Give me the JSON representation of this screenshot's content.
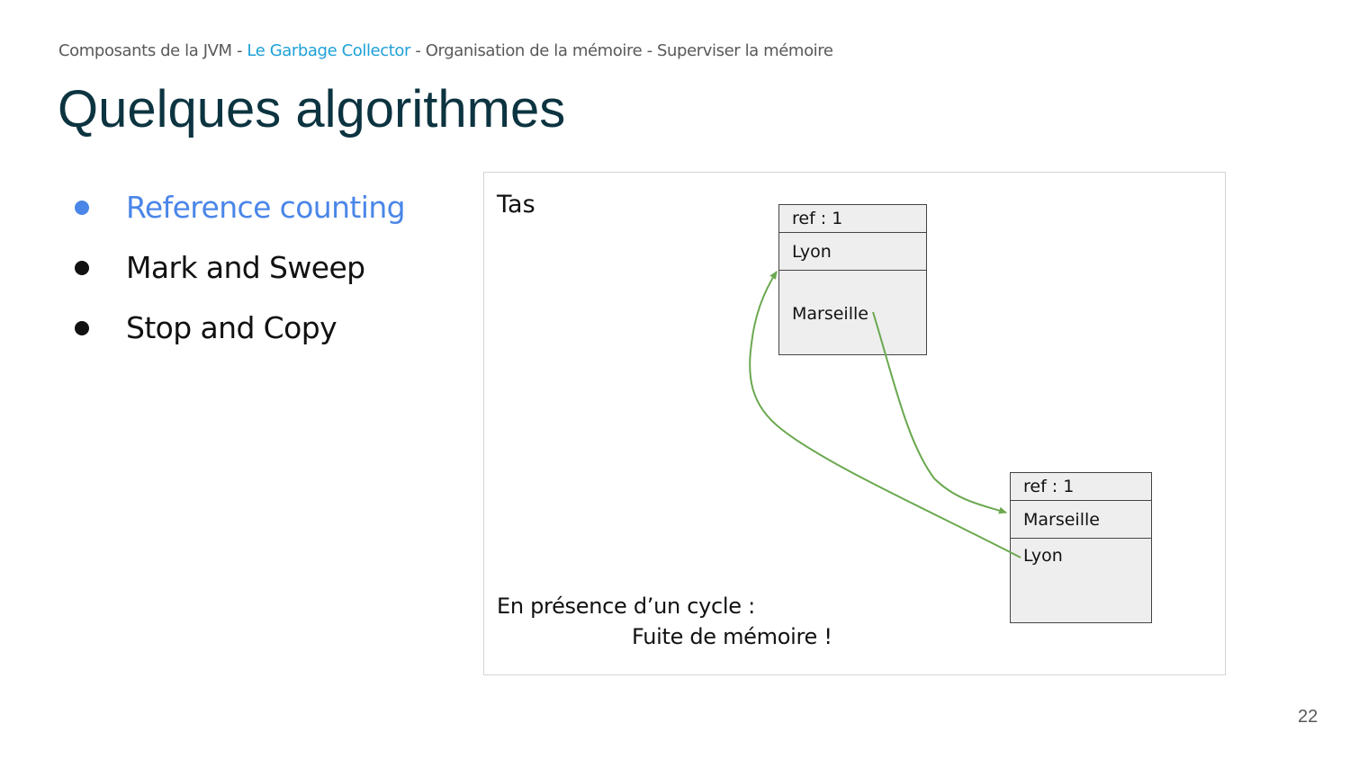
{
  "breadcrumb": {
    "part1": "Composants de la JVM - ",
    "active": "Le Garbage Collector",
    "part2": " - Organisation de la mémoire - Superviser la mémoire"
  },
  "title": "Quelques algorithmes",
  "bullets": [
    {
      "label": "Reference counting",
      "active": true
    },
    {
      "label": "Mark and Sweep",
      "active": false
    },
    {
      "label": "Stop and Copy",
      "active": false
    }
  ],
  "diagram": {
    "heap_label": "Tas",
    "object_a": {
      "ref": "ref : 1",
      "field1": "Lyon",
      "field2": "Marseille"
    },
    "object_b": {
      "ref": "ref : 1",
      "field1": "Marseille",
      "field2": "Lyon"
    },
    "note_line1": "En présence d’un cycle :",
    "note_line2": "Fuite de mémoire !",
    "arrow_color": "#6aa84f"
  },
  "page_number": "22",
  "colors": {
    "title": "#0c3440",
    "accent": "#4a86e8",
    "breadcrumb_active": "#1ea1d8"
  }
}
